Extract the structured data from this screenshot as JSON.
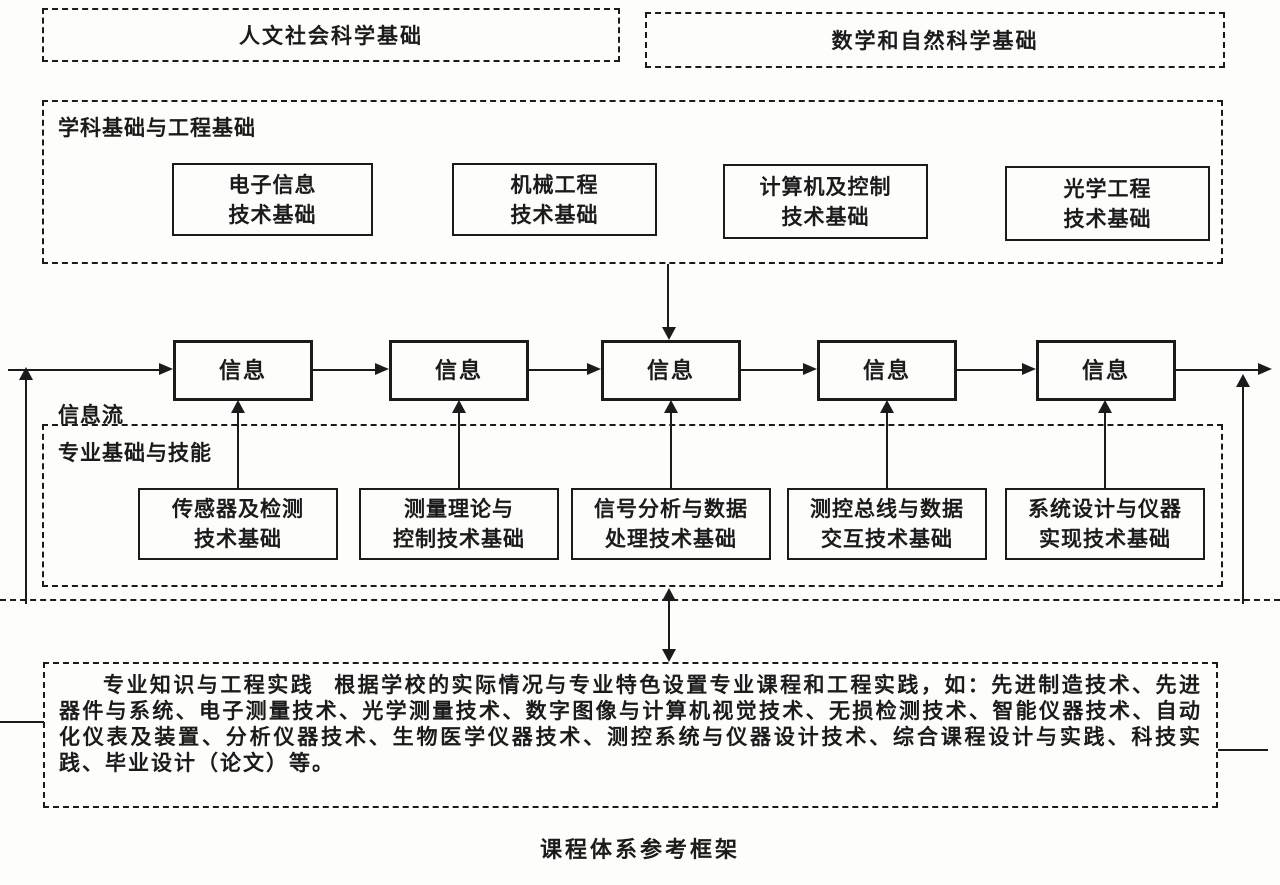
{
  "colors": {
    "ink": "#1b1b1b",
    "paper": "#fdfdfb"
  },
  "top_boxes": {
    "humanities": "人文社会科学基础",
    "math_science": "数学和自然科学基础"
  },
  "discipline_section": {
    "label": "学科基础与工程基础",
    "boxes": [
      [
        "电子信息",
        "技术基础"
      ],
      [
        "机械工程",
        "技术基础"
      ],
      [
        "计算机及控制",
        "技术基础"
      ],
      [
        "光学工程",
        "技术基础"
      ]
    ]
  },
  "info_flow": {
    "label": "信息流",
    "nodes": [
      "信息",
      "信息",
      "信息",
      "信息",
      "信息"
    ]
  },
  "professional_section": {
    "label": "专业基础与技能",
    "boxes": [
      [
        "传感器及检测",
        "技术基础"
      ],
      [
        "测量理论与",
        "控制技术基础"
      ],
      [
        "信号分析与数据",
        "处理技术基础"
      ],
      [
        "测控总线与数据",
        "交互技术基础"
      ],
      [
        "系统设计与仪器",
        "实现技术基础"
      ]
    ]
  },
  "practice_section": {
    "heading": "专业知识与工程实践",
    "body": "根据学校的实际情况与专业特色设置专业课程和工程实践，如：先进制造技术、先进器件与系统、电子测量技术、光学测量技术、数字图像与计算机视觉技术、无损检测技术、智能仪器技术、自动化仪表及装置、分析仪器技术、生物医学仪器技术、测控系统与仪器设计技术、综合课程设计与实践、科技实践、毕业设计（论文）等。"
  },
  "caption": "课程体系参考框架"
}
